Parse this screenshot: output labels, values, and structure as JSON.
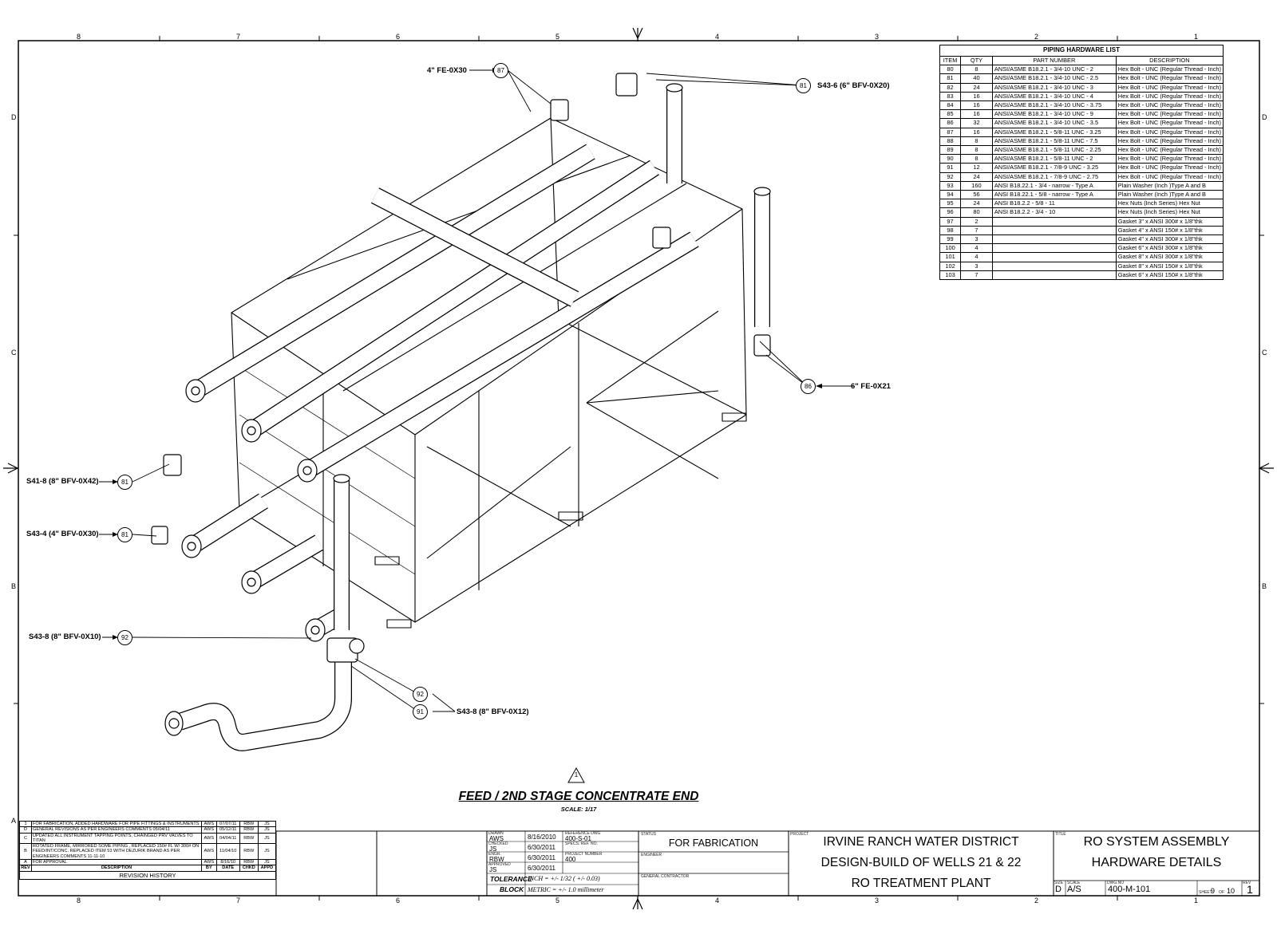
{
  "zones": {
    "top": [
      "8",
      "7",
      "6",
      "5",
      "4",
      "3",
      "2",
      "1"
    ],
    "side_left": [
      "D",
      "C",
      "B",
      "A"
    ],
    "side_right": [
      "D",
      "C",
      "B"
    ]
  },
  "callouts": [
    {
      "label": "4\" FE-0X30",
      "item": "87"
    },
    {
      "label": "S43-6 (6\" BFV-0X20)",
      "item": "81"
    },
    {
      "label": "6\" FE-0X21",
      "item": "86"
    },
    {
      "label": "S41-8 (8\" BFV-0X42)",
      "item": "81"
    },
    {
      "label": "S43-4 (4\" BFV-0X30)",
      "item": "81"
    },
    {
      "label": "S43-8 (8\" BFV-0X10)",
      "item": "92"
    },
    {
      "label": "S43-8 (8\" BFV-0X12)",
      "item_a": "92",
      "item_b": "91"
    }
  ],
  "hardware_list": {
    "title": "PIPING HARDWARE LIST",
    "headers": [
      "ITEM",
      "QTY",
      "PART NUMBER",
      "DESCRIPTION"
    ],
    "rows": [
      [
        "80",
        "8",
        "ANSI/ASME B18.2.1 - 3/4-10 UNC - 2",
        "Hex Bolt - UNC (Regular Thread - Inch)"
      ],
      [
        "81",
        "40",
        "ANSI/ASME B18.2.1 - 3/4-10 UNC - 2.5",
        "Hex Bolt - UNC (Regular Thread - Inch)"
      ],
      [
        "82",
        "24",
        "ANSI/ASME B18.2.1 - 3/4-10 UNC - 3",
        "Hex Bolt - UNC (Regular Thread - Inch)"
      ],
      [
        "83",
        "16",
        "ANSI/ASME B18.2.1 - 3/4-10 UNC - 4",
        "Hex Bolt - UNC (Regular Thread - Inch)"
      ],
      [
        "84",
        "16",
        "ANSI/ASME B18.2.1 - 3/4-10 UNC - 3.75",
        "Hex Bolt - UNC (Regular Thread - Inch)"
      ],
      [
        "85",
        "16",
        "ANSI/ASME B18.2.1 - 3/4-10 UNC - 9",
        "Hex Bolt - UNC (Regular Thread - Inch)"
      ],
      [
        "86",
        "32",
        "ANSI/ASME B18.2.1 - 3/4-10 UNC - 3.5",
        "Hex Bolt - UNC (Regular Thread - Inch)"
      ],
      [
        "87",
        "16",
        "ANSI/ASME B18.2.1 - 5/8-11 UNC - 3.25",
        "Hex Bolt - UNC (Regular Thread - Inch)"
      ],
      [
        "88",
        "8",
        "ANSI/ASME B18.2.1 - 5/8-11 UNC - 7.5",
        "Hex Bolt - UNC (Regular Thread - Inch)"
      ],
      [
        "89",
        "8",
        "ANSI/ASME B18.2.1 - 5/8-11 UNC - 2.25",
        "Hex Bolt - UNC (Regular Thread - Inch)"
      ],
      [
        "90",
        "8",
        "ANSI/ASME B18.2.1 - 5/8-11 UNC - 2",
        "Hex Bolt - UNC (Regular Thread - Inch)"
      ],
      [
        "91",
        "12",
        "ANSI/ASME B18.2.1 - 7/8-9 UNC - 3.25",
        "Hex Bolt - UNC (Regular Thread - Inch)"
      ],
      [
        "92",
        "24",
        "ANSI/ASME B18.2.1 - 7/8-9 UNC - 2.75",
        "Hex Bolt - UNC (Regular Thread - Inch)"
      ],
      [
        "93",
        "160",
        "ANSI B18.22.1 - 3/4 - narrow - Type A",
        "Plain Washer (Inch )Type A and B"
      ],
      [
        "94",
        "56",
        "ANSI B18.22.1 - 5/8 - narrow - Type A",
        "Plain Washer (Inch )Type A and B"
      ],
      [
        "95",
        "24",
        "ANSI B18.2.2 - 5/8 - 11",
        "Hex Nuts (Inch Series) Hex Nut"
      ],
      [
        "96",
        "80",
        "ANSI B18.2.2 - 3/4 - 10",
        "Hex Nuts (Inch Series) Hex Nut"
      ],
      [
        "97",
        "2",
        "",
        "Gasket 3\" x ANSI 300# x 1/8\"thk"
      ],
      [
        "98",
        "7",
        "",
        "Gasket 4\" x ANSI 150# x 1/8\"thk"
      ],
      [
        "99",
        "3",
        "",
        "Gasket 4\" x ANSI 300# x 1/8\"thk"
      ],
      [
        "100",
        "4",
        "",
        "Gasket 6\" x ANSI 300# x 1/8\"thk"
      ],
      [
        "101",
        "4",
        "",
        "Gasket 8\" x ANSI 300# x 1/8\"thk"
      ],
      [
        "102",
        "3",
        "",
        "Gasket 8\" x ANSI 150# x 1/8\"thk"
      ],
      [
        "103",
        "7",
        "",
        "Gasket 6\" x ANSI 150# x 1/8\"thk"
      ]
    ]
  },
  "view": {
    "title": "FEED / 2ND STAGE CONCENTRATE END",
    "scale": "SCALE: 1/17",
    "rev_marker": "1"
  },
  "revision_history": {
    "title": "REVISION HISTORY",
    "headers": [
      "REV",
      "DESCRIPTION",
      "BY",
      "DATE",
      "CHKD",
      "APPD"
    ],
    "rows": [
      [
        "1",
        "FOR FABRICATION, ADDED HARDWARE FOR PIPE FITTINGS & INSTRUMENTS",
        "AWS",
        "07/07/11",
        "RBW",
        "JS"
      ],
      [
        "D",
        "GENERAL REVISIONS AS PER ENGINEERS COMMENTS 05/04/11",
        "AWS",
        "05/12/11",
        "RBW",
        "JS"
      ],
      [
        "C",
        "UPDATED ALL INSTRUMENT TAPPING POINTS, CHAINGED PRV VALVES TO TITAN",
        "AWS",
        "04/04/11",
        "RBW",
        "JS"
      ],
      [
        "B",
        "ROTATED FRAME, MIRRORED SOME PIPING , REPLACED 150# FL W/ 300# ON FEED/INT/CONC.  REPLACED ITEM 53 WITH DEZURIK BRAND AS PER ENGINEERS COMMENTS 11-11-10",
        "AWS",
        "11/04/10",
        "RBW",
        "JS"
      ],
      [
        "A",
        "FOR APPROVAL",
        "AWS",
        "8/16/10",
        "RBW",
        "JS"
      ]
    ]
  },
  "title_block": {
    "drawn_label": "DRAWN",
    "drawn_by": "AWS",
    "drawn_date": "8/16/2010",
    "checked_label": "CHECKED",
    "checked_by": "JS",
    "checked_date": "6/30/2011",
    "eng_label": "ENGR.",
    "eng_by": "RBW",
    "eng_date": "6/30/2011",
    "approved_label": "APPROVED",
    "approved_by": "JS",
    "approved_date": "6/30/2011",
    "ref_dwg_label": "REFERENCE DWG",
    "ref_dwg": "400-S-01",
    "specs_label": "SPECS. REF. NO.",
    "project_number_label": "PROJECT NUMBER",
    "project_number": "400",
    "tolerance_label": "TOLERANCE",
    "block_label": "BLOCK",
    "tol_inch": "INCH = +/- 1/32 ( +/- 0.03)",
    "tol_metric": "METRIC = +/- 1.0 millimeter",
    "status_label": "STATUS",
    "status": "FOR FABRICATION",
    "engineer_label": "ENGINEER",
    "gc_label": "GENERAL CONTRACTOR",
    "project_label": "PROJECT",
    "project_line1": "IRVINE RANCH WATER DISTRICT",
    "project_line2": "DESIGN-BUILD OF WELLS 21 & 22",
    "project_line3": "RO TREATMENT PLANT",
    "title_label": "TITLE",
    "title_line1": "RO SYSTEM ASSEMBLY",
    "title_line2": "HARDWARE DETAILS",
    "size_label": "SIZE",
    "size": "D",
    "scale_label": "SCALE",
    "scale": "A/S",
    "dwg_no_label": "DWG.NO",
    "dwg_no": "400-M-101",
    "sheet_label": "SHEET",
    "sheet": "9",
    "of_label": "OF",
    "of": "10",
    "rev_label": "REV",
    "rev": "1"
  }
}
